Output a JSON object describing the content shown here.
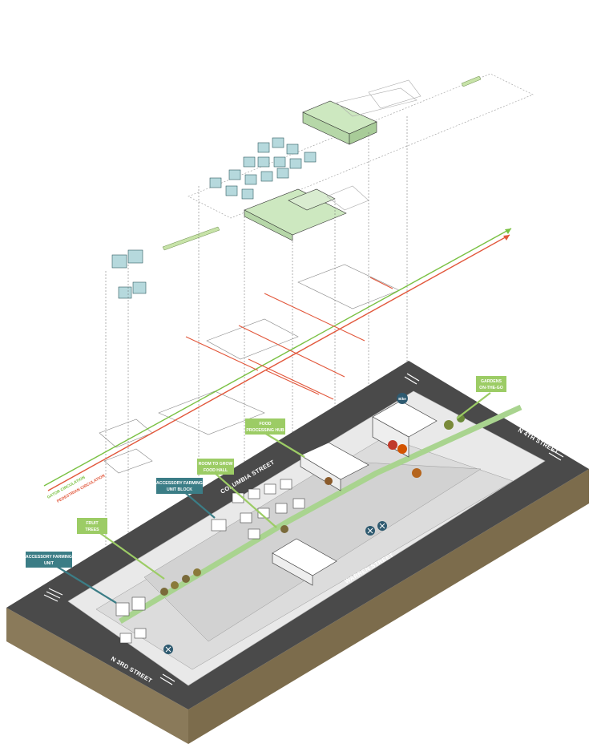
{
  "streets": {
    "columbia": "COLUMBIA STREET",
    "warren": "WARREN STREET",
    "n4th": "N 4TH STREET",
    "n3rd": "N 3RD STREET"
  },
  "tags": {
    "gardens_on_the_go": [
      "GARDENS",
      "ON-THE-GO"
    ],
    "food_processing_hub": [
      "FOOD",
      "PROCESSING HUB"
    ],
    "room_to_grow": [
      "ROOM TO GROW",
      "FOOD HALL"
    ],
    "afu_block": [
      "ACCESSORY FARMING",
      "UNIT BLOCK"
    ],
    "fruit_trees": [
      "FRUIT",
      "TREES"
    ],
    "afu": [
      "ACCESSORY FARMING",
      "UNIT"
    ]
  },
  "circulation": {
    "gator": "GATOR CIRCULATION",
    "pedestrian": "PEDESTRIAN CIRCULATION"
  },
  "badges": {
    "bike": "Bike"
  },
  "colors": {
    "green_tag": "#9ccc65",
    "teal_tag": "#3b7d86",
    "gator_line": "#7ac143",
    "pedestrian_line": "#e2573b",
    "asphalt": "#4a4a4a",
    "soil": "#8a7a5a",
    "building_green": "#cde8c0",
    "afu_teal": "#b6d9dd"
  },
  "icons": [
    "bike-badge-icon",
    "tools-circle-icon"
  ]
}
